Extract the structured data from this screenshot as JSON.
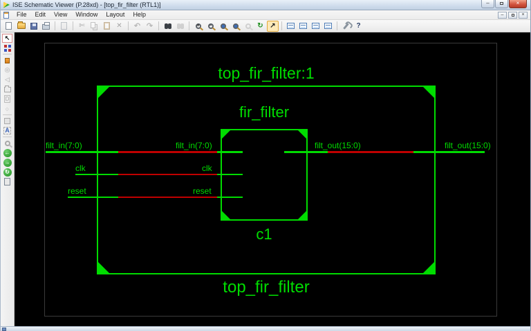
{
  "window": {
    "title": "ISE Schematic Viewer (P.28xd) - [top_fir_filter (RTL1)]",
    "titlebar_buttons": [
      "minimize",
      "maximize",
      "close"
    ],
    "mdi_buttons": [
      "minimize-child",
      "restore-child",
      "close-child"
    ]
  },
  "menubar": {
    "items": [
      "File",
      "Edit",
      "View",
      "Window",
      "Layout",
      "Help"
    ]
  },
  "toolbar": {
    "buttons": [
      "new",
      "open",
      "save",
      "print",
      "print-preview",
      "cut",
      "copy",
      "paste",
      "delete",
      "undo",
      "redo",
      "find",
      "find-next",
      "zoom-in",
      "zoom-out",
      "zoom-full",
      "zoom-fit",
      "zoom-area",
      "refresh",
      "select-tool",
      "new-sheet-view",
      "split-sheet",
      "tile-sheet",
      "overlap-sheet",
      "preferences",
      "context-help"
    ],
    "selected": "select-tool"
  },
  "side_toolbar": {
    "buttons": [
      "pointer",
      "schematic-blocks",
      "bookmark",
      "eye",
      "back",
      "folder",
      "grid",
      "circle",
      "edit-box",
      "add-text",
      "zoom-user",
      "previous-view",
      "next-view",
      "refresh-view",
      "page"
    ],
    "selected": "pointer"
  },
  "schematic": {
    "top_instance_label": "top_fir_filter:1",
    "top_module_label": "top_fir_filter",
    "component_type_label": "fir_filter",
    "component_instance_label": "c1",
    "left_ports": [
      {
        "name": "filt_in(7:0)",
        "pin": "filt_in(7:0)"
      },
      {
        "name": "clk",
        "pin": "clk"
      },
      {
        "name": "reset",
        "pin": "reset"
      }
    ],
    "right_ports": [
      {
        "pin": "filt_out(15:0)",
        "name": "filt_out(15:0)"
      }
    ],
    "colors": {
      "net": "#00dc00",
      "net_highlight": "#c00000",
      "background": "#000000"
    }
  }
}
